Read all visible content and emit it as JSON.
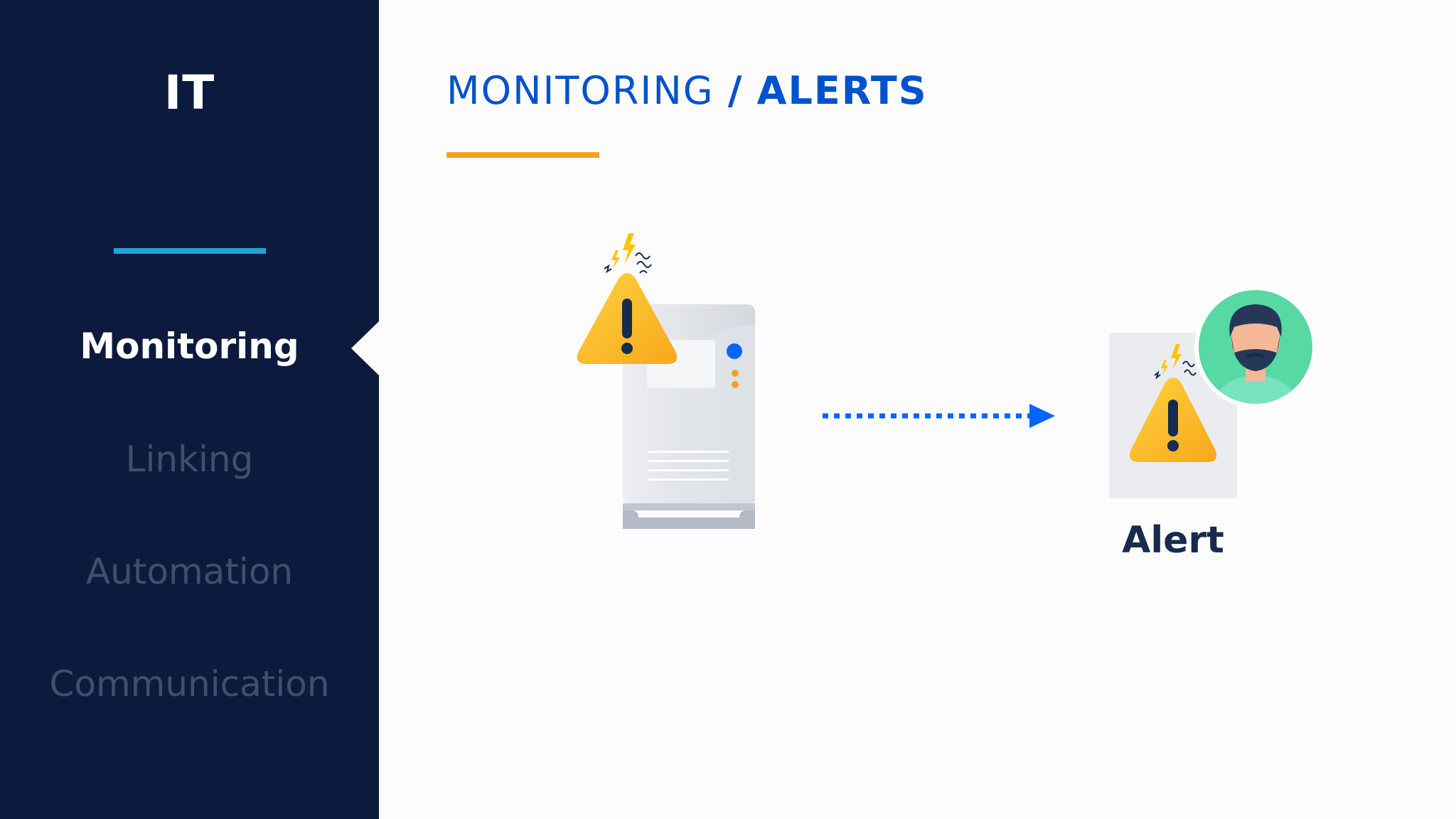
{
  "sidebar": {
    "title": "IT",
    "items": [
      {
        "label": "Monitoring",
        "active": true
      },
      {
        "label": "Linking",
        "active": false
      },
      {
        "label": "Automation",
        "active": false
      },
      {
        "label": "Communication",
        "active": false
      }
    ]
  },
  "header": {
    "breadcrumb": {
      "section": "MONITORING",
      "separator": "/",
      "current": "ALERTS"
    }
  },
  "illustration": {
    "alert_label": "Alert",
    "icons": [
      "server-icon",
      "warning-icon",
      "arrow-right-icon",
      "alert-card-icon",
      "user-avatar-icon"
    ]
  },
  "colors": {
    "sidebar_bg": "#0c1b3d",
    "accent_blue": "#0052cc",
    "accent_cyan": "#1fa6d6",
    "accent_orange": "#f6a21f",
    "warning_yellow": "#ffc400",
    "avatar_green": "#57d9a3"
  }
}
